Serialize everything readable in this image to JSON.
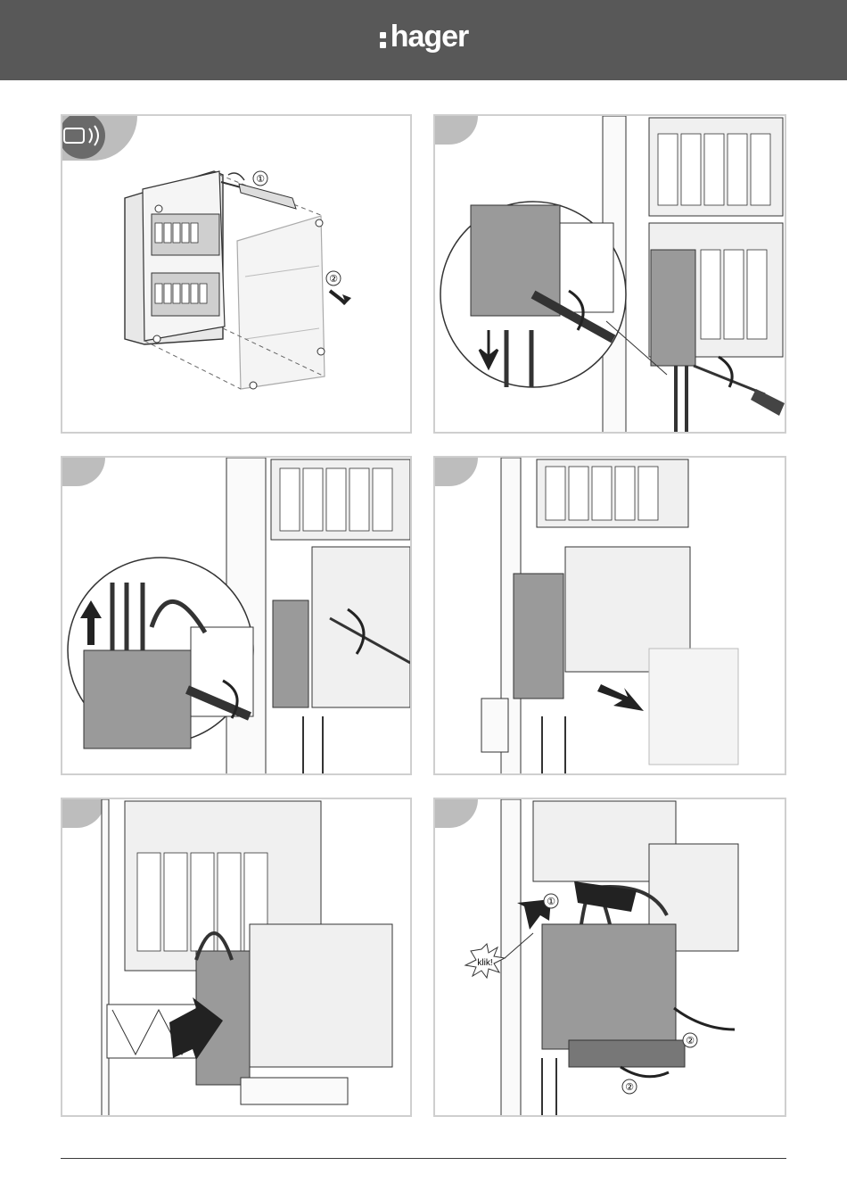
{
  "header": {
    "brand": "hager",
    "background": "#585858"
  },
  "panels": [
    {
      "callouts": [
        "①",
        "②"
      ]
    },
    {
      "callouts": []
    },
    {
      "callouts": []
    },
    {
      "callouts": []
    },
    {
      "callouts": []
    },
    {
      "callouts": [
        "①",
        "②",
        "②"
      ],
      "sound_label": "klik!"
    }
  ],
  "icons": {
    "power_off": "power-off-icon",
    "arrow": "arrow-icon",
    "rotate": "rotate-arrow-icon"
  },
  "colors": {
    "line": "#3a3a3a",
    "panel_border": "#cfcfcf",
    "gray_fill": "#9a9a9a",
    "corner": "#bdbdbd"
  }
}
